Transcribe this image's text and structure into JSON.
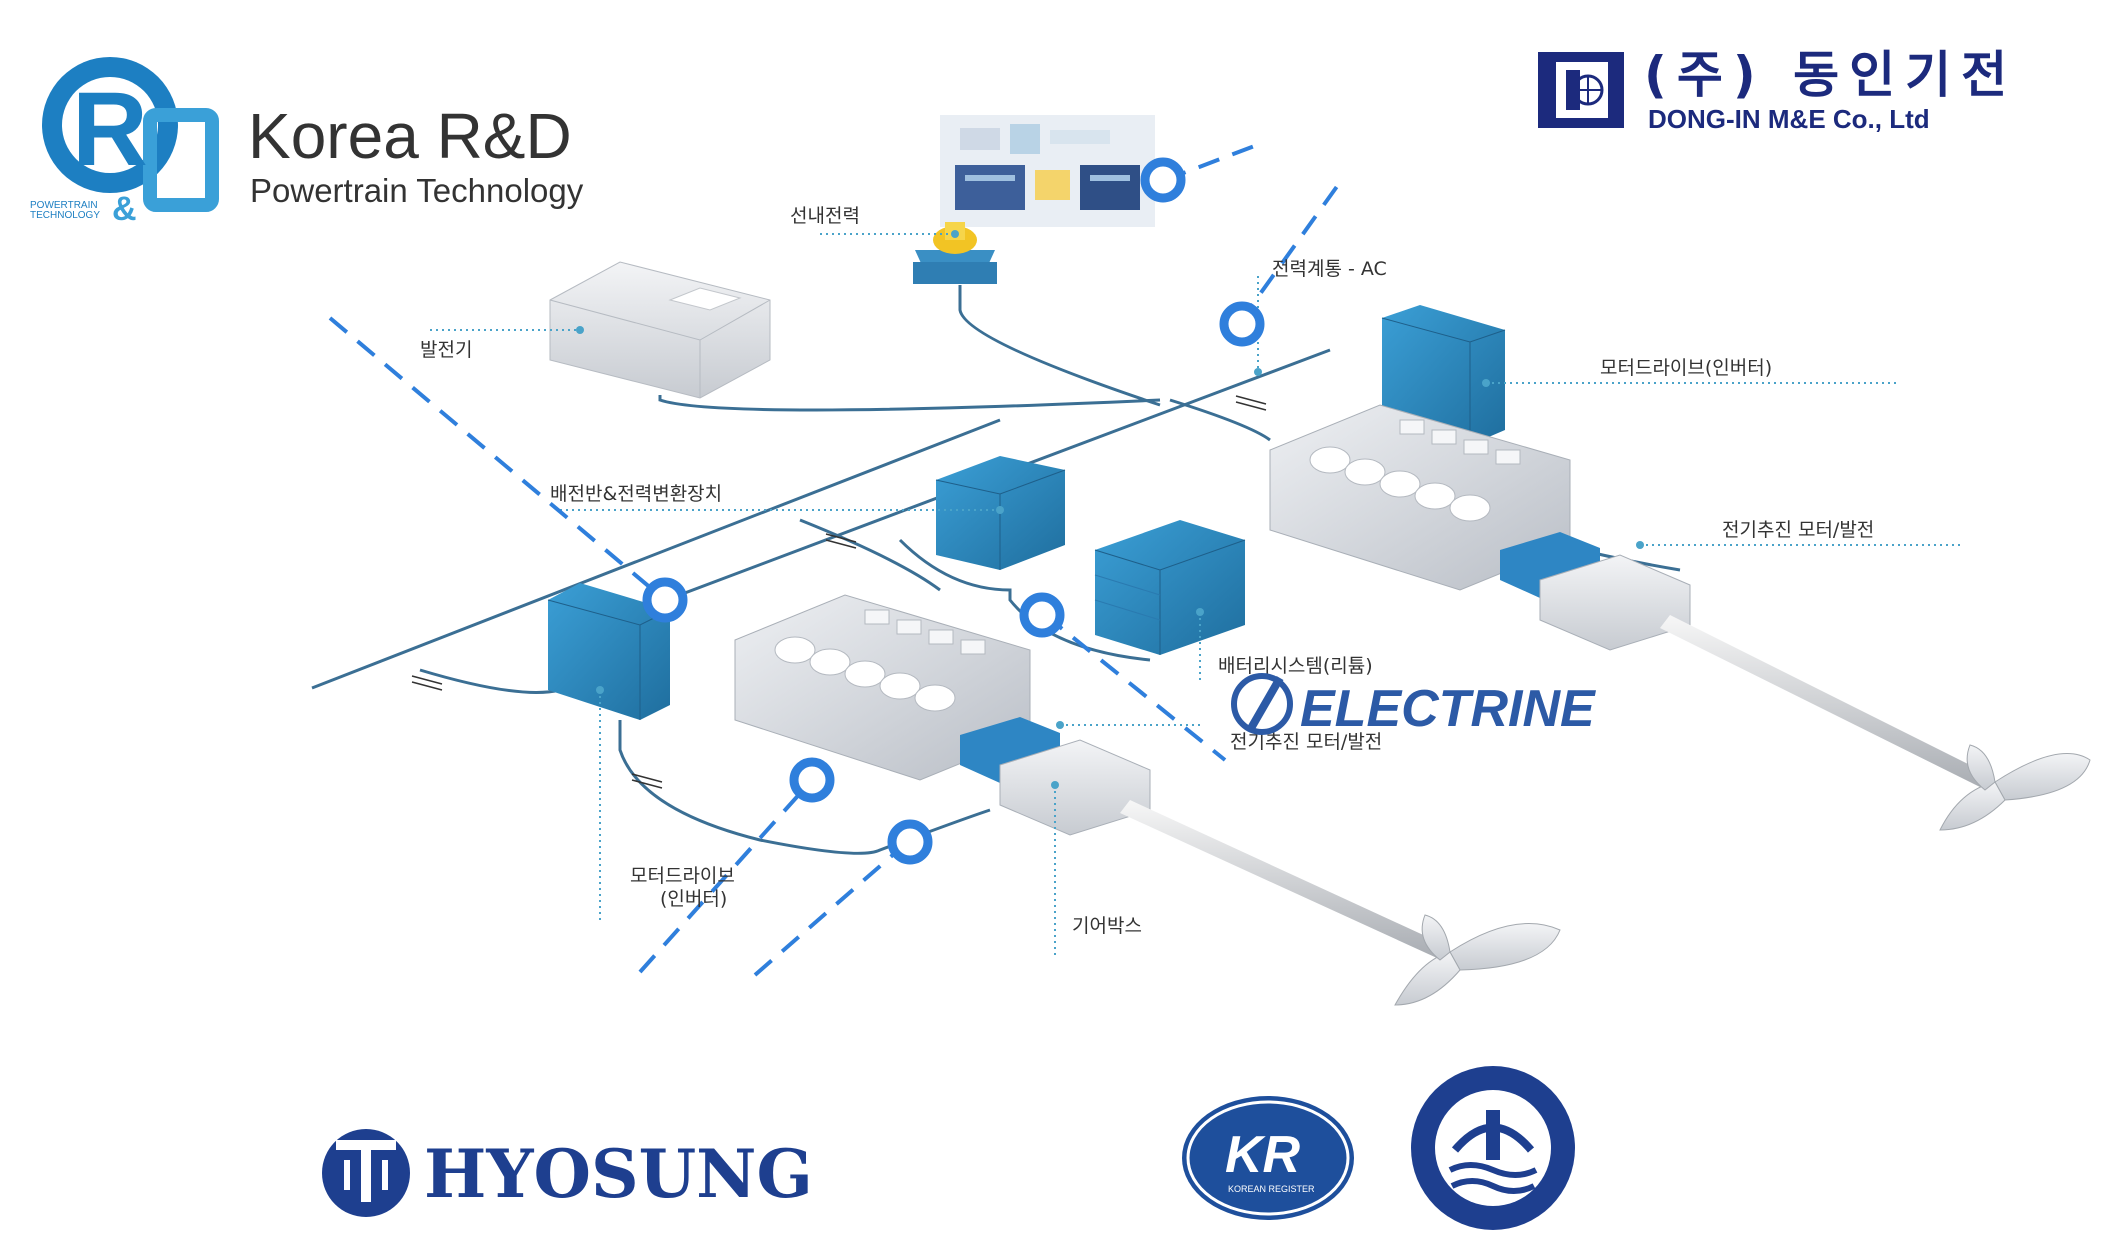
{
  "logos": {
    "korea_rd": {
      "title": "Korea R&D",
      "subtitle": "Powertrain Technology",
      "mark_letters": "R",
      "mark_small_1": "POWERTRAIN",
      "mark_small_2": "TECHNOLOGY",
      "mark_amp": "&",
      "color": "#1d7fc2"
    },
    "dongin": {
      "kr_name": "(주) 동인기전",
      "en_name": "DONG-IN M&E Co., Ltd",
      "color": "#1c2a7d"
    },
    "electrine": {
      "name": "ELECTRINE",
      "color": "#2c5aa6"
    },
    "hyosung": {
      "name": "HYOSUNG",
      "color": "#1e3f8f"
    },
    "kr_register": {
      "letters": "KR",
      "subtitle": "KOREAN REGISTER",
      "color": "#1e4f9c"
    },
    "kmou": {
      "color": "#1e3f8f"
    }
  },
  "labels": {
    "onboard_power": "선내전력",
    "power_system_ac": "전력계통 - AC",
    "generator": "발전기",
    "motor_drive_right": "모터드라이브(인버터)",
    "switchboard": "배전반&전력변환장치",
    "propulsion_motor_right": "전기추진 모터/발전",
    "battery": "배터리시스템(리튬)",
    "propulsion_motor_left": "전기추진 모터/발전",
    "motor_drive_left_1": "모터드라이브",
    "motor_drive_left_2": "(인버터)",
    "gearbox": "기어박스"
  },
  "colors": {
    "accent_blue": "#2f7fdc",
    "equipment_blue": "#2e86b8",
    "line_color": "#3b6f94",
    "leader_color": "#4aa3c9"
  }
}
